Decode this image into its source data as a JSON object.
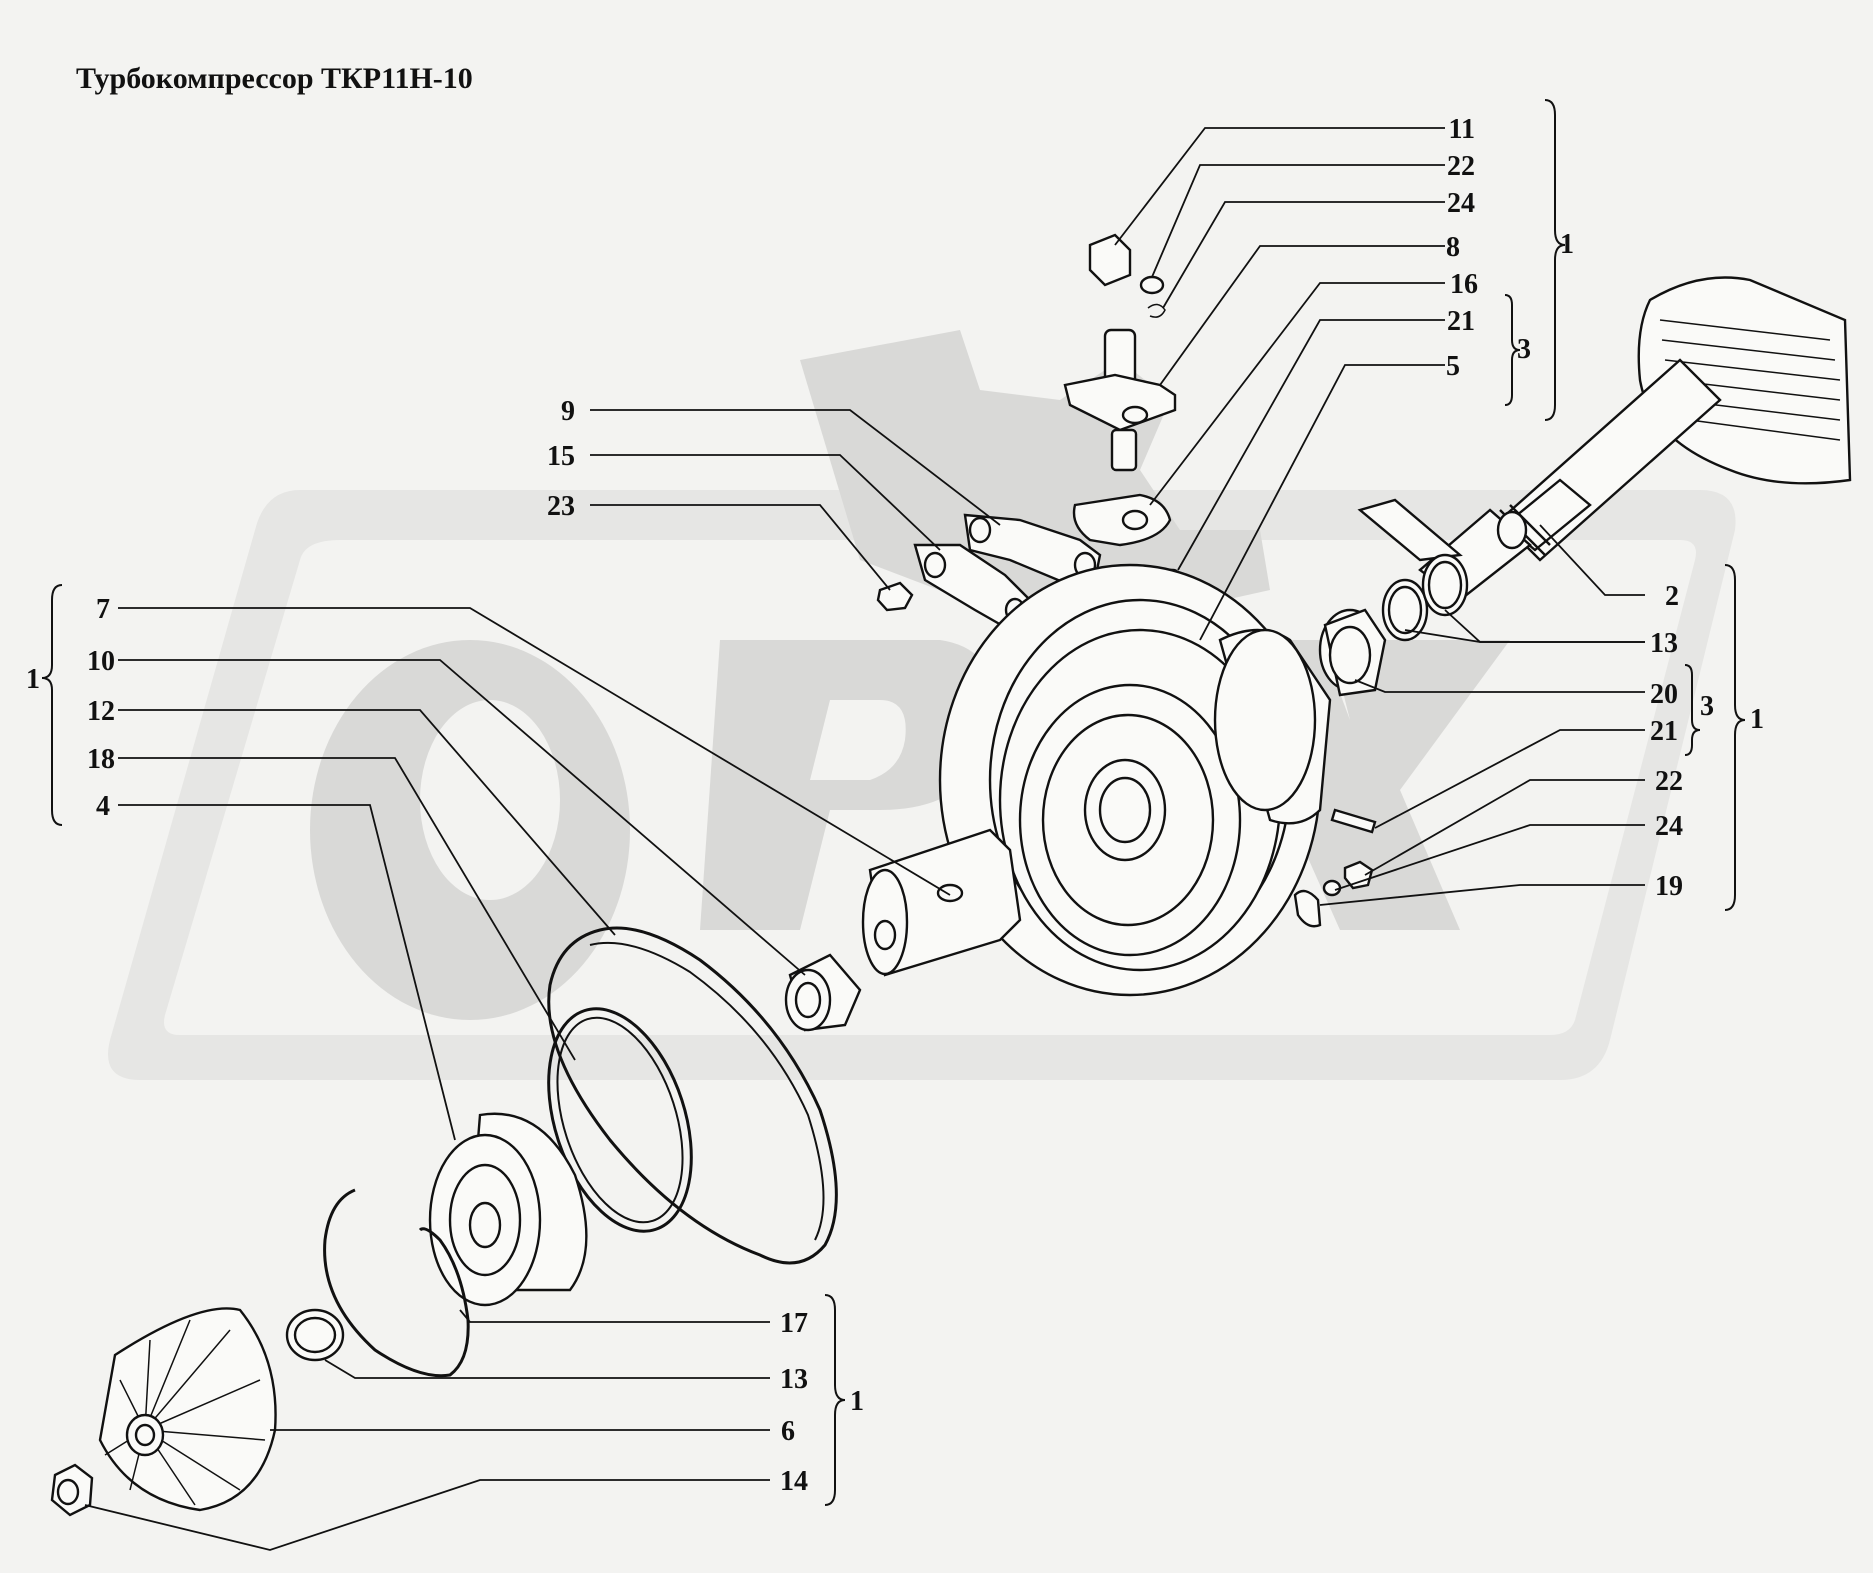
{
  "title": "Турбокомпрессор ТКР11Н-10",
  "labels": {
    "top": [
      "11",
      "22",
      "24",
      "8",
      "16",
      "21",
      "5"
    ],
    "left_mid": [
      "9",
      "15",
      "23"
    ],
    "left": [
      "7",
      "10",
      "12",
      "18",
      "4"
    ],
    "right": [
      "2",
      "13",
      "20",
      "21",
      "22",
      "24",
      "19"
    ],
    "bottom": [
      "17",
      "13",
      "6",
      "14"
    ]
  },
  "groups": {
    "top_1": "1",
    "top_3": "3",
    "left_1": "1",
    "right_3": "3",
    "right_1": "1",
    "bottom_1": "1"
  },
  "colors": {
    "ink": "#111111",
    "paper": "#f3f3f1",
    "watermark": "#d9d9d7"
  }
}
